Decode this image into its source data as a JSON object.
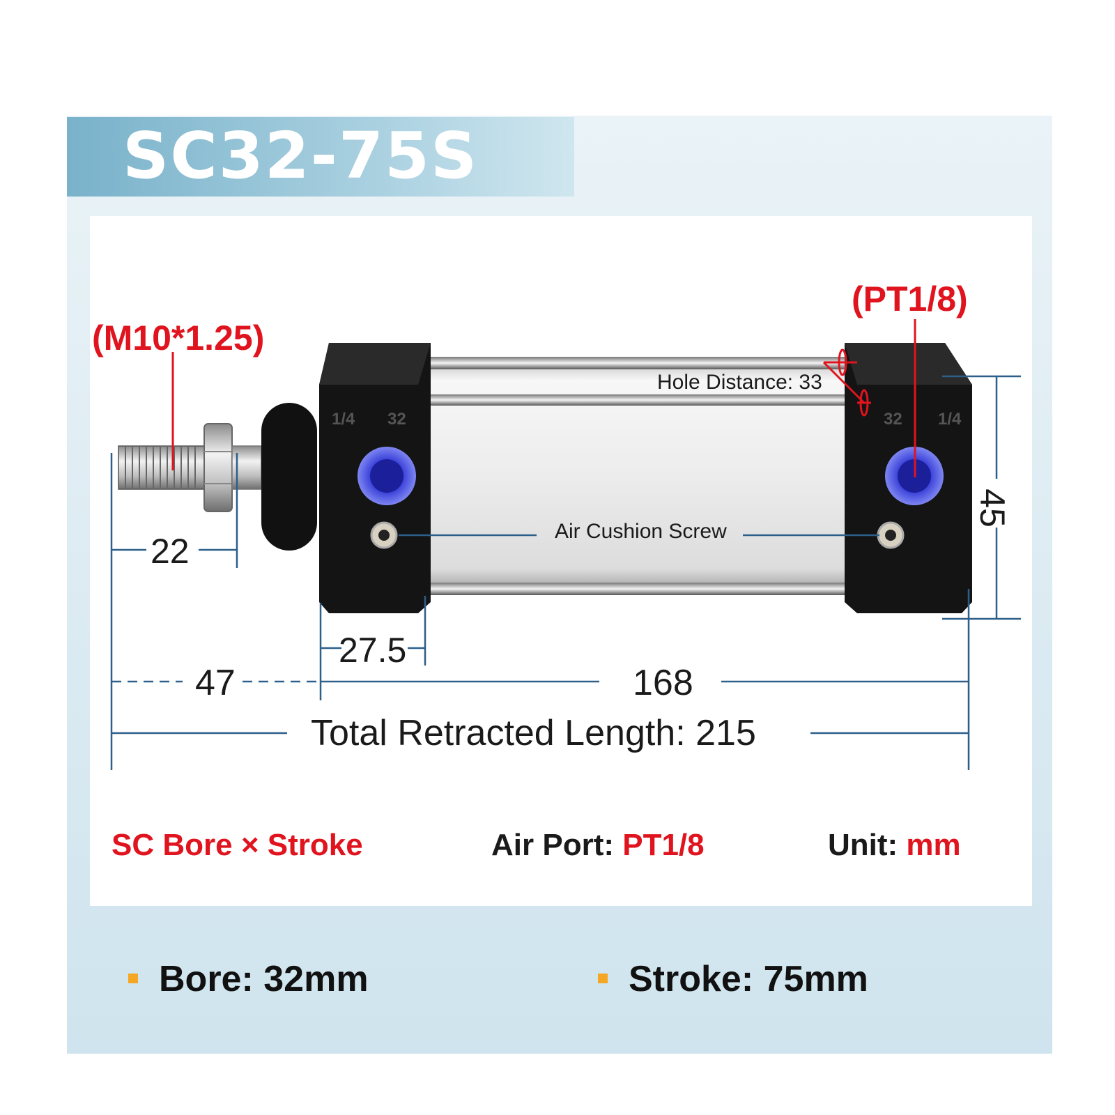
{
  "title": "SC32-75S",
  "callouts": {
    "rod_thread": "(M10*1.25)",
    "port_thread": "(PT1/8)",
    "hole_distance": "Hole Distance: 33",
    "air_cushion": "Air Cushion Screw"
  },
  "cap_marks": {
    "left_a": "1/4",
    "left_b": "32",
    "right_a": "32",
    "right_b": "1/4"
  },
  "dimensions": {
    "rod_length": "22",
    "cap_width": "27.5",
    "rod_extension": "47",
    "body_length": "168",
    "height": "45",
    "total": "Total Retracted Length: 215"
  },
  "specs": {
    "model_label": "SC Bore × Stroke",
    "air_port_label": "Air Port: ",
    "air_port_value": "PT1/8",
    "unit_label": "Unit: ",
    "unit_value": "mm"
  },
  "bullets": [
    {
      "text": "Bore: 32mm"
    },
    {
      "text": "Stroke: 75mm"
    }
  ],
  "colors": {
    "accent_red": "#e0141e",
    "dimension_blue": "#2c5f8a",
    "port_blue": "#3a3fd6",
    "bullet_orange": "#f5a623",
    "panel_blue": "#cfe4ee"
  }
}
